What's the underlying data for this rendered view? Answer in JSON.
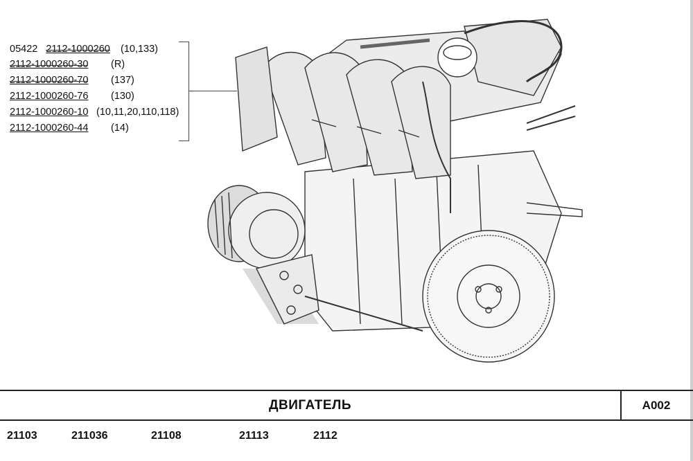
{
  "parts": [
    {
      "prefix": "05422",
      "number": "2112-1000260",
      "applicability": "(10,133)"
    },
    {
      "number": "2112-1000260-30",
      "applicability": "(R)"
    },
    {
      "number": "2112-1000260-70",
      "applicability": "(137)"
    },
    {
      "number": "2112-1000260-76",
      "applicability": "(130)"
    },
    {
      "number": "2112-1000260-10",
      "applicability": "(10,11,20,110,118)"
    },
    {
      "number": "2112-1000260-44",
      "applicability": "(14)"
    }
  ],
  "title": "ДВИГАТЕЛЬ",
  "code": "A002",
  "models": [
    "21103",
    "211036",
    "21108",
    "21113",
    "2112"
  ],
  "illustration": {
    "subject": "engine-assembly-drawing"
  }
}
